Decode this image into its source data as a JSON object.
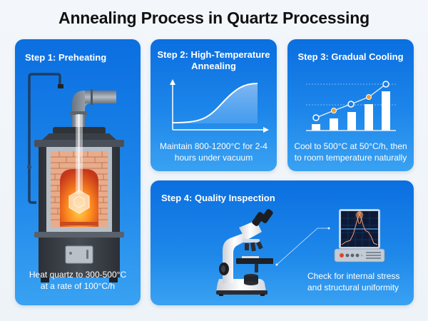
{
  "title": "Annealing Process in Quartz Processing",
  "colors": {
    "card_top": "#0b6fe0",
    "card_bottom": "#3aa2f2",
    "title_text": "#111111",
    "background": "#f1f5fa",
    "accent_orange": "#f0a030",
    "furnace_glow": "#ff7a1a"
  },
  "steps": [
    {
      "title": "Step 1: Preheating",
      "description_line1": "Heat quartz to 300-500°C",
      "description_line2": "at a rate of 100°C/h",
      "icon": "furnace-icon"
    },
    {
      "title_line1": "Step 2: High-Temperature",
      "title_line2": "Annealing",
      "description_line1": "Maintain 800-1200°C for 2-4",
      "description_line2": "hours under vacuum",
      "icon": "s-curve-chart-icon"
    },
    {
      "title": "Step 3: Gradual Cooling",
      "description_line1": "Cool to 500°C at 50°C/h, then",
      "description_line2": "to room temperature naturally",
      "icon": "bar-line-chart-icon"
    },
    {
      "title": "Step 4: Quality Inspection",
      "description_line1": "Check for internal stress",
      "description_line2": "and structural uniformity",
      "icon": "microscope-icon",
      "icon2": "oscilloscope-monitor-icon"
    }
  ],
  "chart_data": [
    {
      "type": "line",
      "title": "Step 2 temperature curve (schematic)",
      "x": [
        0,
        1,
        2,
        3,
        4,
        5,
        6,
        7,
        8,
        9,
        10
      ],
      "values": [
        0.1,
        0.1,
        0.12,
        0.18,
        0.3,
        0.48,
        0.66,
        0.8,
        0.88,
        0.9,
        0.9
      ],
      "xlabel": "",
      "ylabel": "",
      "grid": false
    },
    {
      "type": "bar",
      "title": "Step 3 cooling chart (schematic)",
      "categories": [
        "1",
        "2",
        "3",
        "4",
        "5"
      ],
      "values": [
        0.16,
        0.33,
        0.48,
        0.7,
        0.9
      ],
      "series": [
        {
          "name": "bars",
          "values": [
            0.16,
            0.33,
            0.48,
            0.7,
            0.9
          ]
        },
        {
          "name": "trend",
          "values": [
            0.35,
            0.5,
            0.62,
            0.78,
            1.0
          ]
        }
      ],
      "grid": true
    }
  ]
}
